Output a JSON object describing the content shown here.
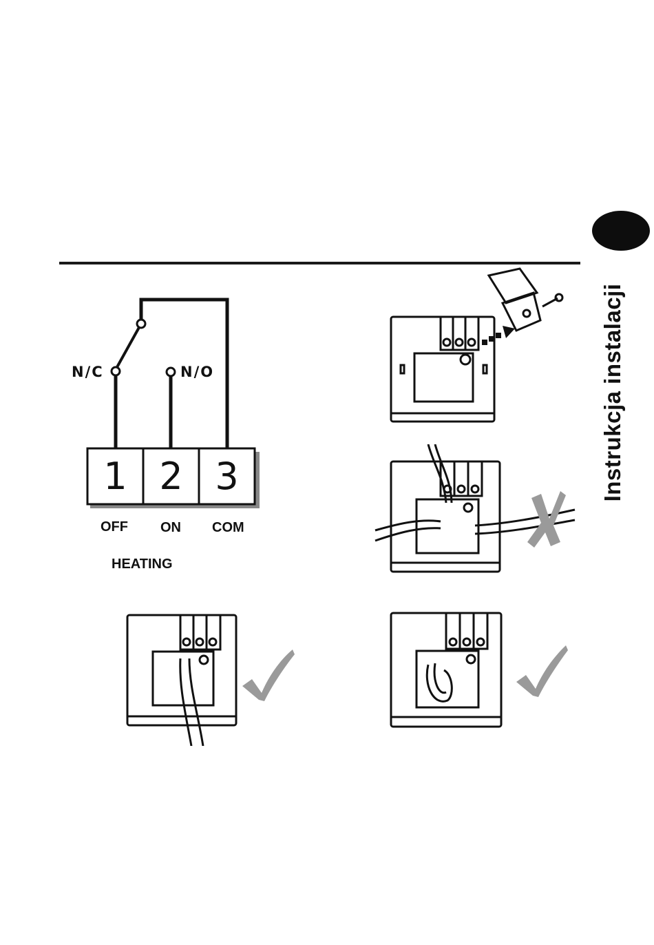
{
  "side_tab": {
    "title": "Instrukcja instalacji"
  },
  "wiring": {
    "contacts": {
      "nc": "N/C",
      "no": "N/O"
    },
    "terminals": [
      {
        "number": "1",
        "label": "OFF"
      },
      {
        "number": "2",
        "label": "ON"
      },
      {
        "number": "3",
        "label": "COM"
      }
    ],
    "mode_label": "HEATING"
  },
  "figures": [
    {
      "id": "connector-removal",
      "mark": "none"
    },
    {
      "id": "wrong-routing",
      "mark": "cross"
    },
    {
      "id": "correct-routing-straight",
      "mark": "check"
    },
    {
      "id": "correct-routing-looped",
      "mark": "check"
    }
  ],
  "colors": {
    "ink": "#111111",
    "mark_gray": "#9a9a9a"
  }
}
